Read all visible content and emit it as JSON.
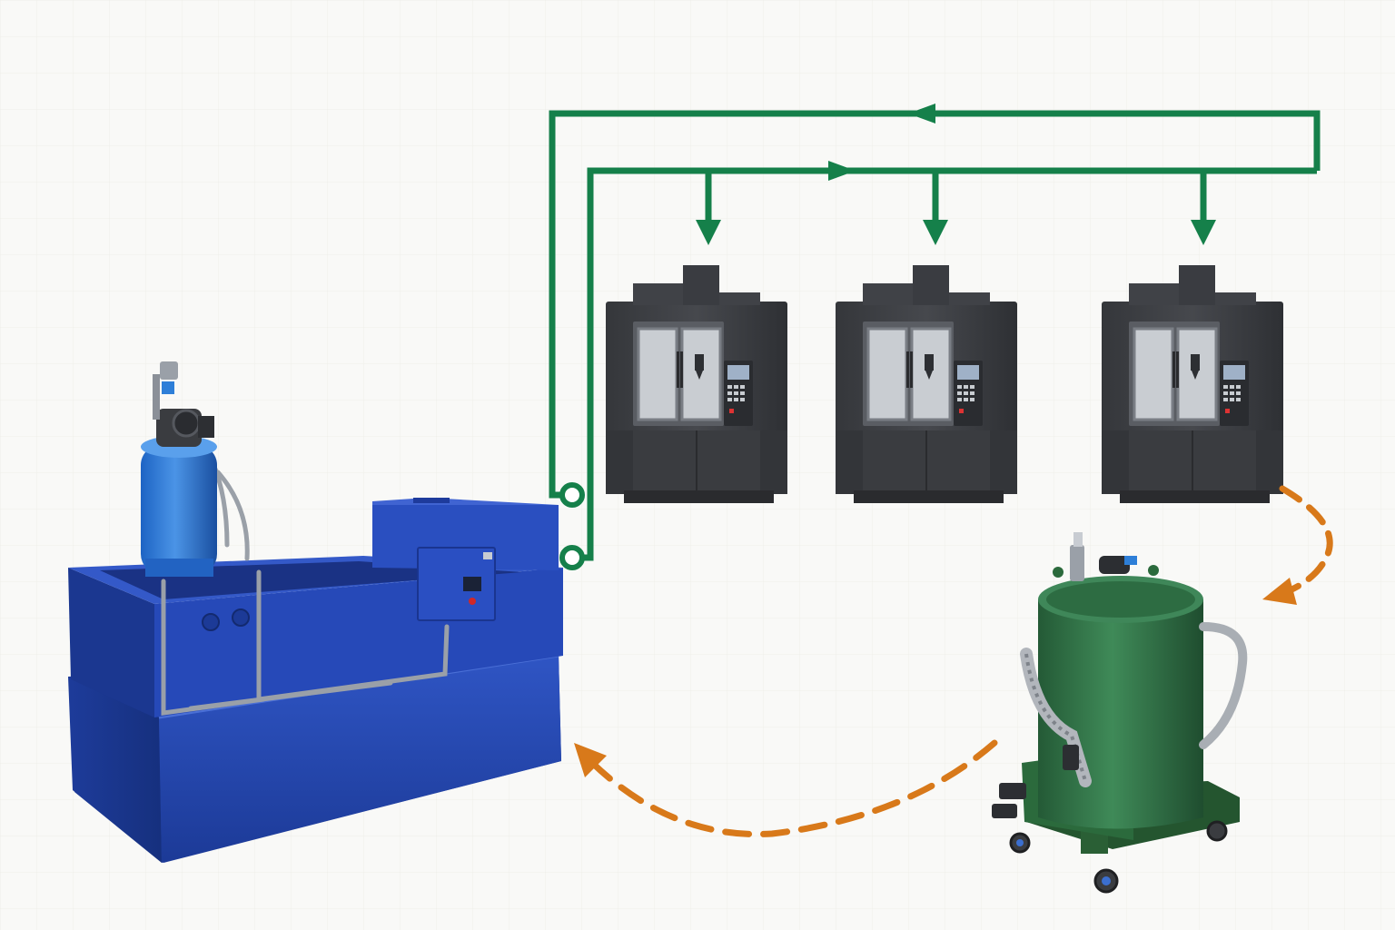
{
  "diagram": {
    "type": "coolant-recycling-flow",
    "components": {
      "central_system": {
        "kind": "central coolant tank with pump and control box",
        "color": "#2346b0",
        "icon": "coolant-tank-icon"
      },
      "machines": [
        {
          "id": "cnc-1",
          "kind": "CNC vertical machining center",
          "icon": "cnc-machine-icon"
        },
        {
          "id": "cnc-2",
          "kind": "CNC vertical machining center",
          "icon": "cnc-machine-icon"
        },
        {
          "id": "cnc-3",
          "kind": "CNC vertical machining center",
          "icon": "cnc-machine-icon"
        }
      ],
      "recycler": {
        "kind": "mobile coolant vacuum / sump recycler",
        "color": "#2f6e44",
        "icon": "coolant-recycler-icon"
      }
    },
    "flows": {
      "supply_line": {
        "from": "central_system",
        "to": [
          "cnc-1",
          "cnc-2",
          "cnc-3"
        ],
        "style": "solid",
        "color": "#15804a"
      },
      "return_line": {
        "from": "machines",
        "to": "central_system",
        "style": "solid",
        "color": "#15804a"
      },
      "machine_to_recycler": {
        "from": "cnc-3",
        "to": "recycler",
        "style": "dashed",
        "color": "#d8791a"
      },
      "recycler_to_central": {
        "from": "recycler",
        "to": "central_system",
        "style": "dashed",
        "color": "#d8791a"
      }
    },
    "colors": {
      "background": "#f9f9f7",
      "grid": "#eeeeea",
      "pipe_green": "#15804a",
      "dashed_orange": "#d8791a",
      "tank_blue": "#2346b0",
      "machine_dark": "#3e4045",
      "recycler_green": "#2f6e44"
    }
  }
}
